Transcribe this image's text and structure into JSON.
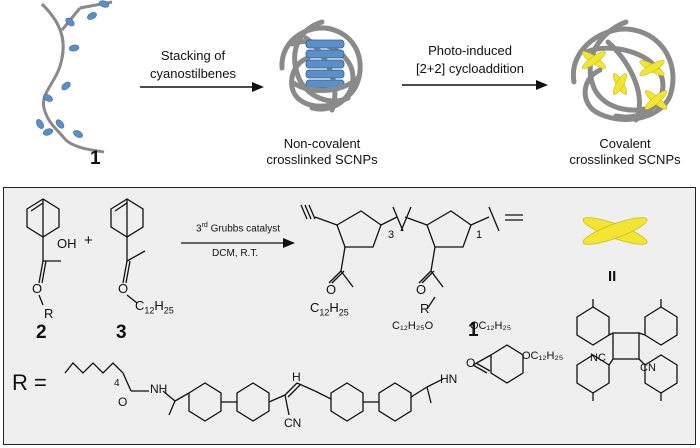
{
  "top": {
    "arrow1": {
      "line1": "Stacking of",
      "line2": "cyanostilbenes"
    },
    "arrow2": {
      "line1": "Photo-induced",
      "line2": "[2+2] cycloaddition"
    },
    "polymer_number": "1",
    "state_mid": {
      "line1": "Non-covalent",
      "line2": "crosslinked SCNPs"
    },
    "state_right": {
      "line1": "Covalent",
      "line2": "crosslinked SCNPs"
    }
  },
  "scheme": {
    "monomer2_number": "2",
    "monomer3_number": "3",
    "plus": "+",
    "conditions": {
      "catalyst_ordinal": "3",
      "catalyst_sup": "rd",
      "catalyst_text": " Grubbs catalyst",
      "line2": "DCM, R.T."
    },
    "m2": {
      "oh": "OH",
      "o": "O",
      "r": "R"
    },
    "m3": {
      "o": "O",
      "alkyl": "C",
      "alkyl_sub1": "12",
      "alkyl_mid": "H",
      "alkyl_sub2": "25"
    },
    "poly": {
      "sub_left": "3",
      "sub_right": "1",
      "o_left": "O",
      "o_right": "O",
      "alkyl": "C",
      "alkyl_sub1": "12",
      "alkyl_mid": "H",
      "alkyl_sub2": "25",
      "r": "R",
      "number": "1"
    },
    "crosslink_label": "II",
    "cyclobutane": {
      "cn_left": "NC",
      "cn_right": "CN"
    },
    "r_group": {
      "r_eq": "R =",
      "repeat_sub": "4",
      "o1": "O",
      "nh1": "NH",
      "h": "H",
      "cn": "CN",
      "hn": "HN",
      "o2": "O",
      "oc1": "C₁₂H₂₅O",
      "oc2": "OC₁₂H₂₅",
      "oc3": "OC₁₂H₂₅"
    }
  },
  "colors": {
    "strand": "#8a8a8a",
    "stilbene": "#5b8fc7",
    "crosslink": "#f2e633",
    "panel_bg": "#efefef"
  }
}
